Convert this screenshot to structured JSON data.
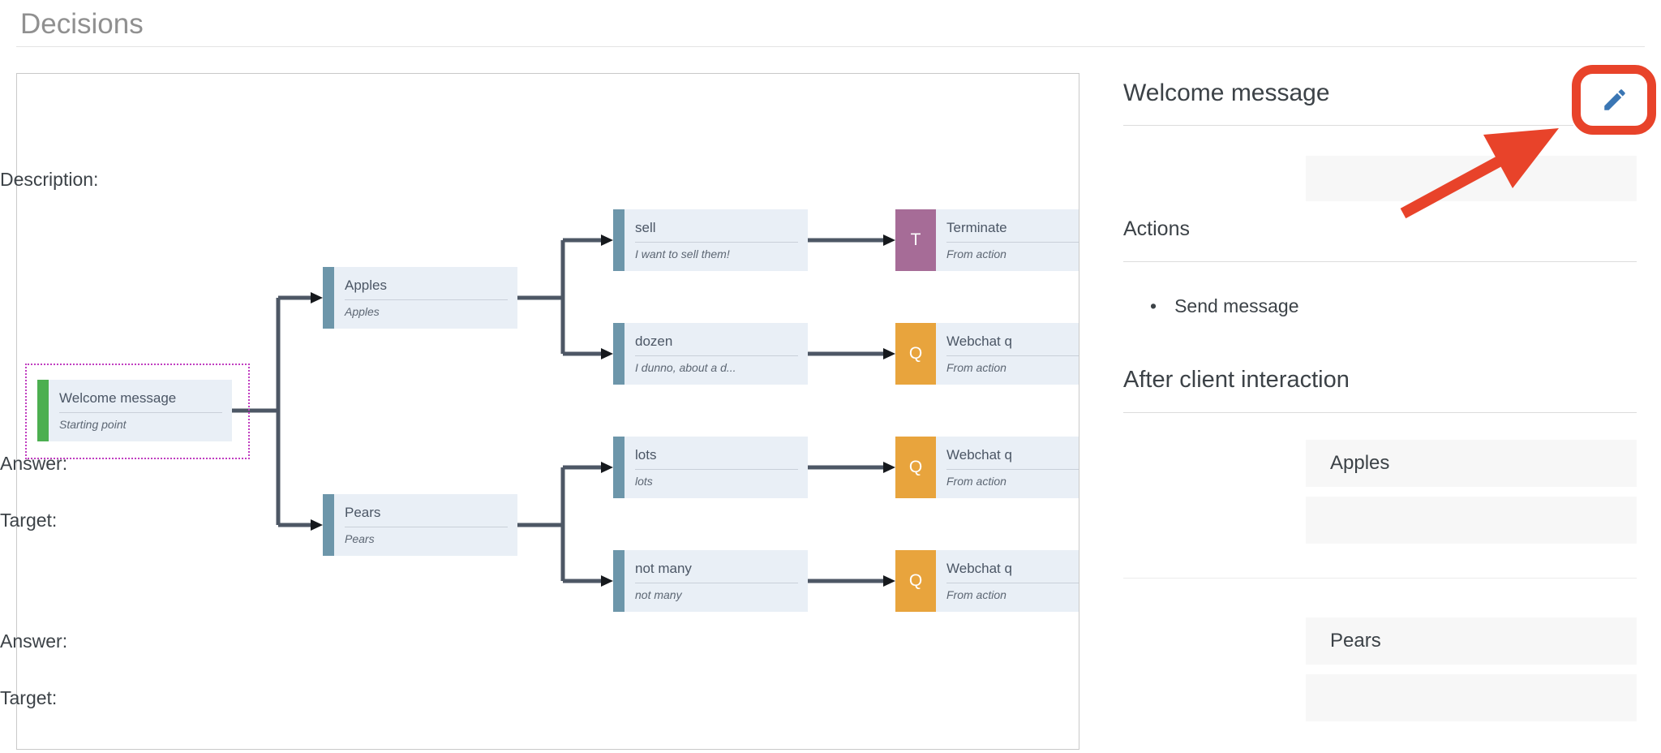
{
  "page": {
    "title": "Decisions"
  },
  "tree": {
    "nodes": {
      "welcome": {
        "title": "Welcome message",
        "subtitle": "Starting point"
      },
      "apples": {
        "title": "Apples",
        "subtitle": "Apples"
      },
      "pears": {
        "title": "Pears",
        "subtitle": "Pears"
      },
      "sell": {
        "title": "sell",
        "subtitle": "I want to sell them!"
      },
      "dozen": {
        "title": "dozen",
        "subtitle": "I dunno, about a d..."
      },
      "lots": {
        "title": "lots",
        "subtitle": "lots"
      },
      "notmany": {
        "title": "not many",
        "subtitle": "not many"
      },
      "terminate": {
        "title": "Terminate",
        "subtitle": "From action",
        "badge": "T"
      },
      "webchat1": {
        "title": "Webchat q",
        "subtitle": "From action",
        "badge": "Q"
      },
      "webchat2": {
        "title": "Webchat q",
        "subtitle": "From action",
        "badge": "Q"
      },
      "webchat3": {
        "title": "Webchat q",
        "subtitle": "From action",
        "badge": "Q"
      }
    }
  },
  "panel": {
    "title": "Welcome message",
    "description_label": "Description:",
    "description_value": "",
    "actions_heading": "Actions",
    "actions": [
      "Send message"
    ],
    "after_heading": "After client interaction",
    "groups": [
      {
        "answer_label": "Answer:",
        "answer_value": "Apples",
        "target_label": "Target:",
        "target_value": ""
      },
      {
        "answer_label": "Answer:",
        "answer_value": "Pears",
        "target_label": "Target:",
        "target_value": ""
      }
    ]
  },
  "icons": {
    "edit": "pencil-icon"
  },
  "colors": {
    "start_bar": "#4caf50",
    "answer_bar": "#6d96aa",
    "terminate_badge": "#a66c97",
    "question_badge": "#e8a43d",
    "edge_line": "#4d5765",
    "edit_icon_blue": "#3a76b4",
    "annotation_red": "#e8432a",
    "selection_magenta": "#c03ec0"
  }
}
